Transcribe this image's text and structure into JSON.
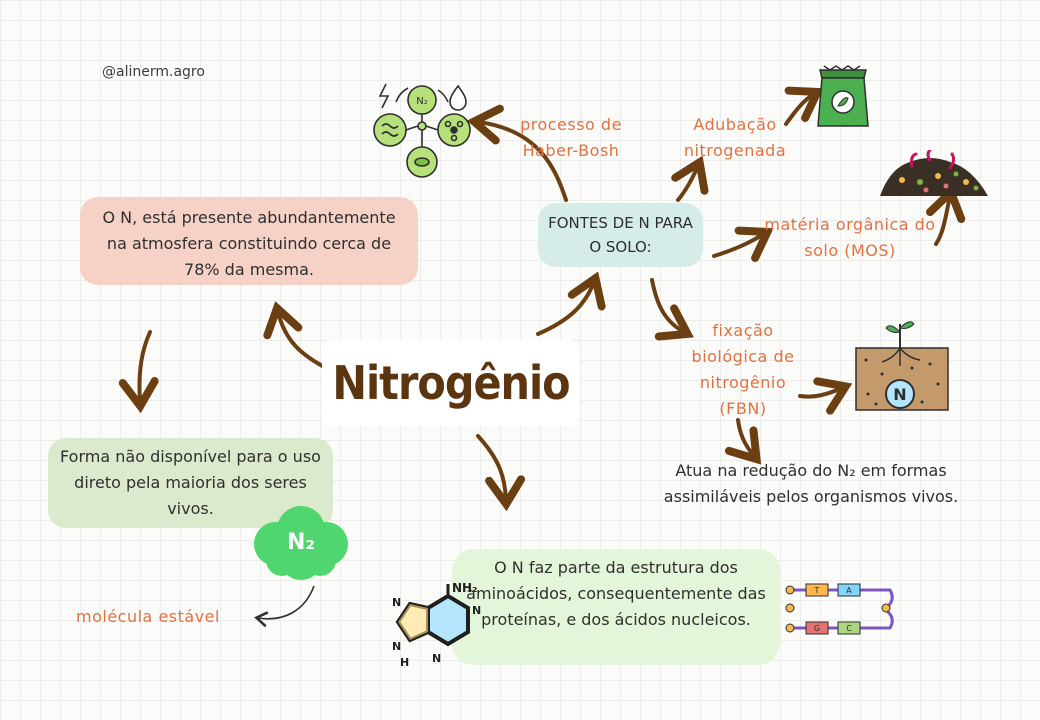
{
  "handle": "@alinerm.agro",
  "title": "Nitrogênio",
  "atmosphere_note": "O N, está presente abundantemente na atmosfera constituindo cerca de 78% da mesma.",
  "sources_box": "FONTES DE N PARA O SOLO:",
  "sources": {
    "haber": "processo de Haber-Bosh",
    "adubacao": "Adubação nitrogenada",
    "mos": "matéria orgânica do solo (MOS)",
    "fbn": "fixação biológica de nitrogênio (FBN)"
  },
  "fbn_note": "Atua na redução do N₂ em formas assimiláveis pelos organismos vivos.",
  "form_note": "Forma não disponível para o uso direto pela maioria dos seres vivos.",
  "n2_label": "N₂",
  "stable_label": "molécula estável",
  "amino_note": "O N faz parte da estrutura dos aminoácidos, consequentemente das proteínas, e dos ácidos nucleicos.",
  "icons": {
    "haber_icon_label": "N₂",
    "root_nodule_label": "N",
    "molecule_label_nh2": "NH₂",
    "molecule_atoms": [
      "N",
      "N",
      "N",
      "N",
      "H"
    ],
    "dna_bases": [
      "T",
      "A",
      "G",
      "C"
    ]
  },
  "colors": {
    "title": "#5a3510",
    "orange_text": "#e2713f",
    "arrow": "#6b3f12",
    "n2_cloud": "#4fd66e"
  }
}
